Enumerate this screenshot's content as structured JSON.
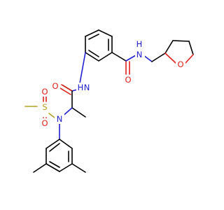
{
  "molecule": {
    "atom_labels": {
      "n_amide_right": "N",
      "h_amide_right": "H",
      "o_amide_right": "O",
      "o_thf": "O",
      "n_amide_left": "N",
      "h_amide_left": "H",
      "o_amide_left": "O",
      "s_sulfonyl": "S",
      "o_sulfonyl_top": "O",
      "o_sulfonyl_bottom": "O",
      "n_sulfonamide": "N"
    }
  }
}
